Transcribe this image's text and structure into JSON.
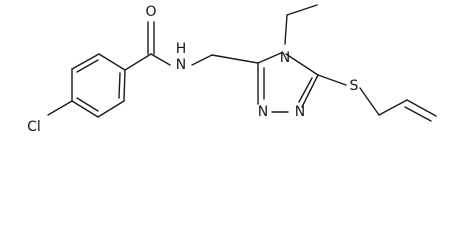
{
  "atoms": {
    "oxygen": "O",
    "amide_nh": "N\nH",
    "ring_n4": "N",
    "ring_n2": "N",
    "ring_n1": "N",
    "sulfur": "S",
    "chlorine": "Cl"
  }
}
